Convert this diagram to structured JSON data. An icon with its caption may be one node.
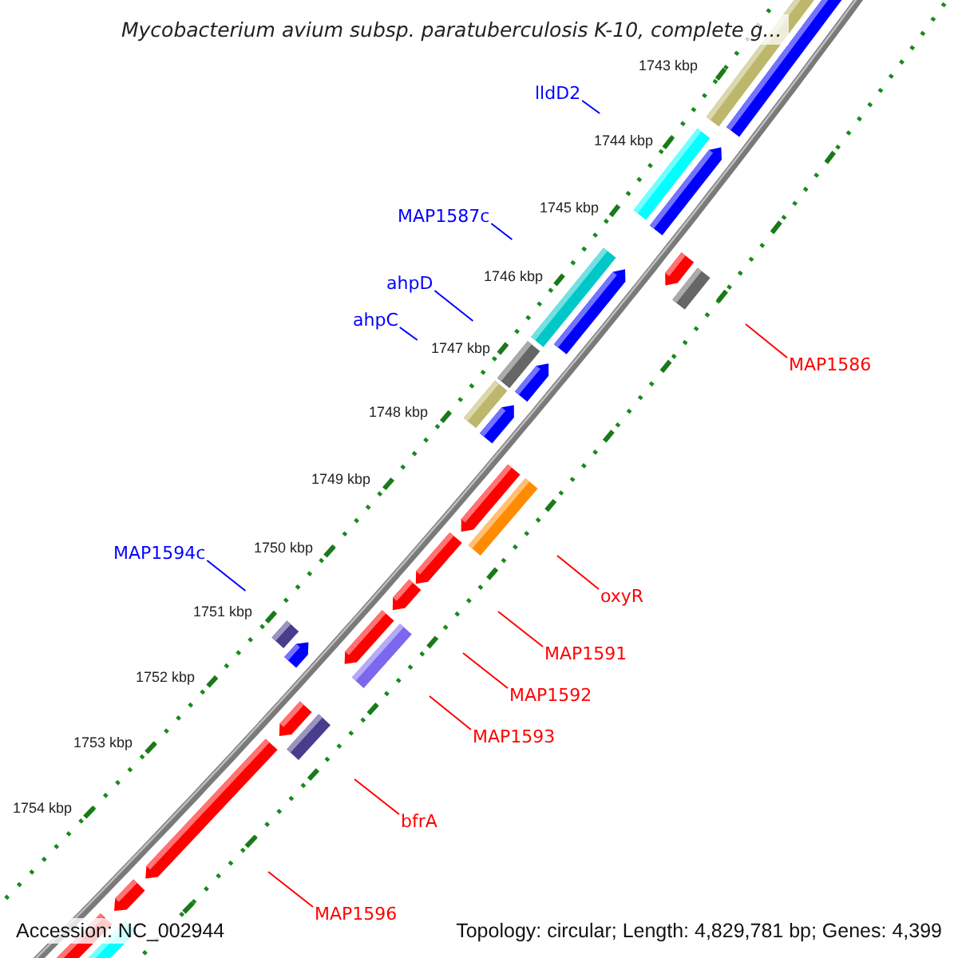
{
  "diagram": {
    "title": "Mycobacterium avium subsp. paratuberculosis K-10, complete g...",
    "nodes": [
      {
        "text": [
          "lldD2"
        ]
      },
      {
        "text": [
          "MAP1587c"
        ]
      },
      {
        "text": [
          "ahpD"
        ]
      },
      {
        "text": [
          "ahpC"
        ]
      },
      {
        "text": [
          "MAP1586"
        ]
      },
      {
        "text": [
          "MAP1594c"
        ]
      },
      {
        "text": [
          "oxyR"
        ]
      },
      {
        "text": [
          "MAP1591"
        ]
      },
      {
        "text": [
          "MAP1592"
        ]
      },
      {
        "text": [
          "MAP1593"
        ]
      },
      {
        "text": [
          "bfrA"
        ]
      },
      {
        "text": [
          "MAP1596"
        ]
      }
    ],
    "edges": [
      {
        "from": 0,
        "to": null,
        "arrow": "none",
        "color": "#0000ff"
      },
      {
        "from": 1,
        "to": null,
        "arrow": "none",
        "color": "#0000ff"
      },
      {
        "from": 2,
        "to": null,
        "arrow": "none",
        "color": "#0000ff"
      },
      {
        "from": 3,
        "to": null,
        "arrow": "none",
        "color": "#0000ff"
      },
      {
        "from": 4,
        "to": null,
        "arrow": "none"
      },
      {
        "from": 5,
        "to": null,
        "arrow": "none",
        "color": "#0000ff"
      },
      {
        "from": 6,
        "to": null,
        "arrow": "none"
      },
      {
        "from": 7,
        "to": null,
        "arrow": "none"
      },
      {
        "from": 8,
        "to": null,
        "arrow": "none"
      },
      {
        "from": 9,
        "to": null,
        "arrow": "none"
      },
      {
        "from": 10,
        "to": null,
        "arrow": "none"
      },
      {
        "from": 11,
        "to": null,
        "arrow": "none"
      }
    ],
    "labels": [
      "1743 kbp",
      "1744 kbp",
      "1745 kbp",
      "1746 kbp",
      "1747 kbp",
      "1748 kbp",
      "1749 kbp",
      "1750 kbp",
      "1751 kbp",
      "1752 kbp",
      "1753 kbp",
      "1754 kbp",
      "Accession: NC_002944",
      "Topology: circular; Length: 4,829,781 bp; Genes: 4,399"
    ]
  }
}
